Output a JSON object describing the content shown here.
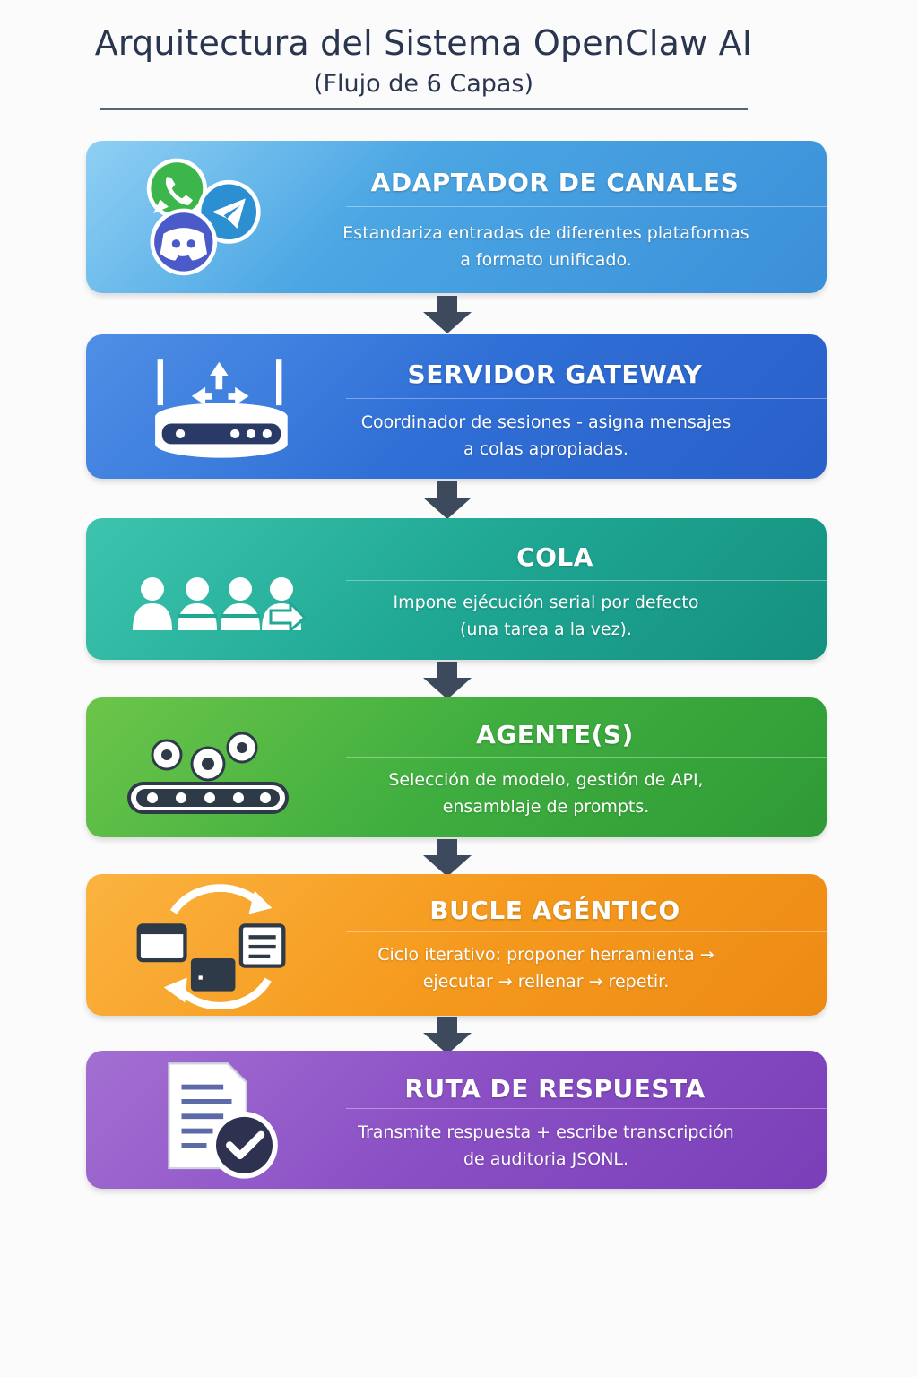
{
  "header": {
    "title": "Arquitectura del Sistema OpenClaw AI",
    "subtitle": "(Flujo de 6 Capas)"
  },
  "layers": [
    {
      "name": "ADAPTADOR DE CANALES",
      "description": "Estandariza entradas de diferentes plataformas\na formato unificado.",
      "icon": "chat-apps-icon",
      "color": "#4ba6e3"
    },
    {
      "name": "SERVIDOR GATEWAY",
      "description": "Coordinador de sesiones - asigna mensajes\na colas apropiadas.",
      "icon": "router-icon",
      "color": "#2f6fd6"
    },
    {
      "name": "COLA",
      "description": "Impone ejécución serial por defecto\n(una tarea a la vez).",
      "icon": "queue-people-icon",
      "color": "#1fa894"
    },
    {
      "name": "AGENTE(S)",
      "description": "Selección de modelo, gestión de API,\nensamblaje de prompts.",
      "icon": "gears-conveyor-icon",
      "color": "#3fae3f"
    },
    {
      "name": "BUCLE AGÉNTICO",
      "description": "Ciclo iterativo: proponer herramienta →\nejecutar → rellenar → repetir.",
      "icon": "loop-windows-icon",
      "color": "#f59a1e"
    },
    {
      "name": "RUTA DE RESPUESTA",
      "description": "Transmite respuesta + escribe transcripción\nde auditoria JSONL.",
      "icon": "document-check-icon",
      "color": "#8a4fc4"
    }
  ]
}
